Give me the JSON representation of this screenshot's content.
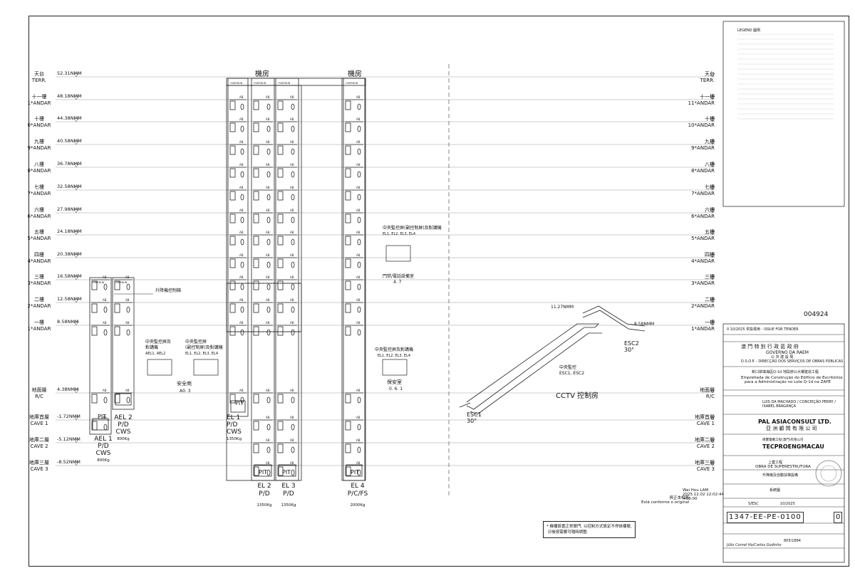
{
  "left_levels": [
    {
      "cn": "天台",
      "pt": "TERR.",
      "elev": "52.31NMM"
    },
    {
      "cn": "十一樓",
      "pt": "1*ANDAR",
      "elev": "48.18NMM"
    },
    {
      "cn": "十樓",
      "pt": "0*ANDAR",
      "elev": "44.38NMM"
    },
    {
      "cn": "九樓",
      "pt": "9*ANDAR",
      "elev": "40.58NMM"
    },
    {
      "cn": "八樓",
      "pt": "8*ANDAR",
      "elev": "36.78NMM"
    },
    {
      "cn": "七樓",
      "pt": "7*ANDAR",
      "elev": "32.58NMM"
    },
    {
      "cn": "六樓",
      "pt": "6*ANDAR",
      "elev": "27.98NMM"
    },
    {
      "cn": "五樓",
      "pt": "5*ANDAR",
      "elev": "24.18NMM"
    },
    {
      "cn": "四樓",
      "pt": "4*ANDAR",
      "elev": "20.38NMM"
    },
    {
      "cn": "三樓",
      "pt": "3*ANDAR",
      "elev": "16.58NMM"
    },
    {
      "cn": "二樓",
      "pt": "2*ANDAR",
      "elev": "12.58NMM"
    },
    {
      "cn": "一樓",
      "pt": "1*ANDAR",
      "elev": "8.58NMM"
    },
    {
      "cn": "地面層",
      "pt": "R/C",
      "elev": "4.38NMM"
    },
    {
      "cn": "地庫首層",
      "pt": "CAVE 1",
      "elev": "-1.72NMM"
    },
    {
      "cn": "地庫二層",
      "pt": "CAVE 2",
      "elev": "-5.12NMM"
    },
    {
      "cn": "地庫三層",
      "pt": "CAVE 3",
      "elev": "-8.52NMM"
    }
  ],
  "right_levels": [
    {
      "cn": "天台",
      "pt": "TERR."
    },
    {
      "cn": "十一樓",
      "pt": "11*ANDAR"
    },
    {
      "cn": "十樓",
      "pt": "10*ANDAR"
    },
    {
      "cn": "九樓",
      "pt": "9*ANDAR"
    },
    {
      "cn": "八樓",
      "pt": "8*ANDAR"
    },
    {
      "cn": "七樓",
      "pt": "7*ANDAR"
    },
    {
      "cn": "六樓",
      "pt": "6*ANDAR"
    },
    {
      "cn": "五樓",
      "pt": "5*ANDAR"
    },
    {
      "cn": "四樓",
      "pt": "4*ANDAR"
    },
    {
      "cn": "三樓",
      "pt": "3*ANDAR"
    },
    {
      "cn": "二樓",
      "pt": "2*ANDAR"
    },
    {
      "cn": "一樓",
      "pt": "1*ANDAR"
    },
    {
      "cn": "地面層",
      "pt": "R/C"
    },
    {
      "cn": "地庫首層",
      "pt": "CAVE 1"
    },
    {
      "cn": "地庫二層",
      "pt": "CAVE 2"
    },
    {
      "cn": "地庫三層",
      "pt": "CAVE 3"
    }
  ],
  "machine_rooms": {
    "left": "機房",
    "right": "機房"
  },
  "elevators": {
    "ael1": {
      "name": "AEL 1",
      "type": "P/D",
      "sub": "CWS",
      "load": "800Kg"
    },
    "ael2": {
      "name": "AEL 2",
      "type": "P/D",
      "sub": "CWS",
      "load": "800Kg"
    },
    "el1": {
      "name": "EL 1",
      "type": "P/D",
      "sub": "CWS",
      "load": "1350Kg"
    },
    "el2": {
      "name": "EL 2",
      "type": "P/D",
      "load": "1350Kg"
    },
    "el3": {
      "name": "EL 3",
      "type": "P/D",
      "load": "1350Kg"
    },
    "el4": {
      "name": "EL 4",
      "type": "P/C/FS",
      "load": "2000Kg"
    }
  },
  "pit_label": "PIT",
  "overrun_label": "OVERRUN",
  "ab_label": "AB",
  "annotations": {
    "lift_control": "升降機控制箱",
    "monitor1_title": "中央監控屏及\n對講機",
    "monitor1_list": "AEL1, AEL2",
    "monitor2_title": "中央監控屏\n(副控制屏)及對講機",
    "monitor2_list": "EL1, EL2, EL3, EL4",
    "security_post": "安全崗",
    "security_code": "A0. 3",
    "monitor3_title": "中央監控屏(副控制屏)及對講機",
    "monitor3_list": "EL1, EL2, EL3, EL4",
    "door_room": "門禁/電話設備室",
    "door_room_code": "4. 7",
    "monitor4_title": "中央監控屏及對講機",
    "monitor4_list": "EL1, EL2, EL3, EL4",
    "guard_room": "保安室",
    "guard_room_code": "0. 6. 1",
    "central_monitor": "中央監控",
    "central_monitor_list": "ESC1, ESC2",
    "cctv": "CCTV 控制房",
    "esc1": "ESC1",
    "esc1_angle": "30°",
    "esc2": "ESC2",
    "esc2_angle": "30°",
    "esc_top_elev": "11.27NMM",
    "esc_low_elev": "8.58NMM",
    "note": "* 機櫃設置正常層門, 以控制方式設定不停該樓層,\n 日後按需要可隨時調整."
  },
  "stamp": {
    "name": "Wai Hou LAM",
    "date": "2025.12.02 12:02:44",
    "tz": "+08:00",
    "conformity_cn": "與正本相符",
    "conformity_pt": "Está conforme o original"
  },
  "title_block": {
    "legend_title": "LEGEND 圖例",
    "drawing_code": "004924",
    "rev_row": "0     10/2025     供投標用 - ISSUE FOR TENDER",
    "gov_cn": "澳 門 特 別 行 政 區 政 府",
    "gov_pt": "GOVERNO DA RAEM",
    "dept_cn": "公 共 建 設 局",
    "dept_pt": "D.S.O.P. - DIRECÇÃO DOS SERVIÇOS DE OBRAS PÚBLICAS",
    "project_cn": "新口岸填海區Q-1d 地段辦公大樓建造工程",
    "project_pt1": "Empreitada de Construção do Edifício de Escritórios",
    "project_pt2": "para a Administração no Lote Q-1d na ZAPE",
    "architects": "LUIS DA MACHADO / CONCEIÇÃO PERRY / ISABEL BRAGANÇA",
    "firm1": "PAL ASIACONSULT LTD.",
    "firm1_cn": "亞 洲 顧 問 有 限 公 司",
    "firm2": "TECPROENGMACAU",
    "firm2_cn": "德寶電機工程(澳門)有限公司",
    "phase_cn": "上蓋工程",
    "phase_pt": "OBRA DE SUPERESTRUTURA",
    "subject_cn": "升降機及自動扶梯設備",
    "drawing_title_cn": "系統圖",
    "scale": "S/ESC",
    "date": "10/2025",
    "drawing_number": "1347-EE-PE-0100",
    "revision": "0",
    "responsible": "Júlio Cornel Ho/Carlos Godinho",
    "sheet": "805/1884"
  }
}
